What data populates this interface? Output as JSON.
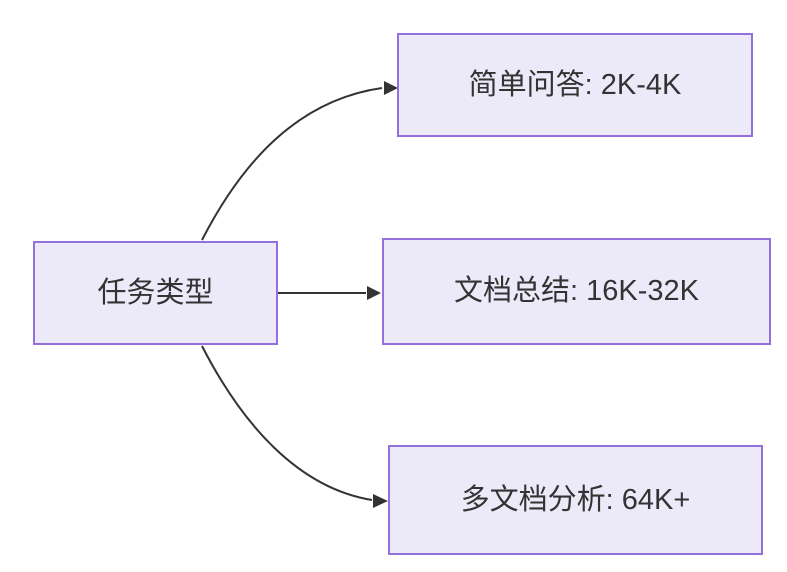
{
  "diagram": {
    "type": "flowchart",
    "direction": "left-to-right",
    "nodes": {
      "root": {
        "label": "任务类型"
      },
      "simple_qa": {
        "label": "简单问答: 2K-4K"
      },
      "doc_summary": {
        "label": "文档总结: 16K-32K"
      },
      "multi_doc": {
        "label": "多文档分析: 64K+"
      }
    },
    "edges": [
      {
        "from": "任务类型",
        "to": "简单问答: 2K-4K"
      },
      {
        "from": "任务类型",
        "to": "文档总结: 16K-32K"
      },
      {
        "from": "任务类型",
        "to": "多文档分析: 64K+"
      }
    ],
    "colors": {
      "background": "#FFFFFF",
      "node_fill": "#ECEAF9",
      "node_border": "#9370DB",
      "edge_stroke": "#333333",
      "text": "#333333"
    }
  }
}
